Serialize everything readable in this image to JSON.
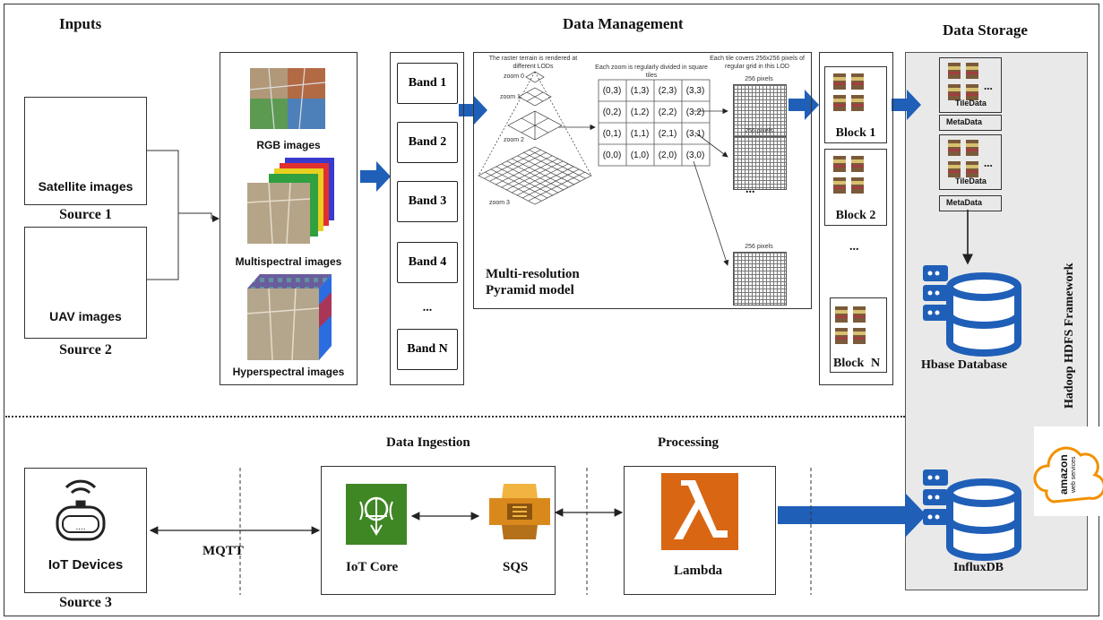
{
  "sections": {
    "inputs": "Inputs",
    "data_management": "Data Management",
    "data_storage": "Data Storage",
    "data_ingestion": "Data Ingestion",
    "processing": "Processing"
  },
  "sources": {
    "satellite_label": "Satellite images",
    "source1": "Source 1",
    "uav_label": "UAV images",
    "source2": "Source 2",
    "iot_label": "IoT Devices",
    "source3": "Source 3"
  },
  "image_types": {
    "rgb": "RGB images",
    "multispectral": "Multispectral images",
    "hyperspectral": "Hyperspectral images"
  },
  "bands": [
    "Band 1",
    "Band 2",
    "Band 3",
    "Band 4",
    "...",
    "Band N"
  ],
  "pyramid": {
    "caption_top_left": "The raster terrain is rendered at different LODs",
    "caption_top_mid": "Each zoom is regularly divided in square tiles",
    "caption_top_right": "Each tile covers 256x256 pixels of regular grid in this LOD",
    "zoom0": "zoom 0",
    "zoom1": "zoom 1",
    "zoom2": "zoom 2",
    "zoom3": "zoom 3",
    "tile_grid": [
      [
        "(0,3)",
        "(1,3)",
        "(2,3)",
        "(3,3)"
      ],
      [
        "(0,2)",
        "(1,2)",
        "(2,2)",
        "(3,2)"
      ],
      [
        "(0,1)",
        "(1,1)",
        "(2,1)",
        "(3,1)"
      ],
      [
        "(0,0)",
        "(1,0)",
        "(2,0)",
        "(3,0)"
      ]
    ],
    "px_label": "256 pixels",
    "dots": "...",
    "title_line1": "Multi-resolution",
    "title_line2": "Pyramid model"
  },
  "blocks": {
    "block1": "Block 1",
    "block2": "Block 2",
    "dots": "...",
    "blockn_a": "Block",
    "blockn_b": "N"
  },
  "storage": {
    "tiledata": "TileData",
    "metadata": "MetaData",
    "dots": "...",
    "hbase": "Hbase Database",
    "hadoop": "Hadoop  HDFS Framework",
    "influx": "InfluxDB",
    "aws_line1": "amazon",
    "aws_line2": "web services"
  },
  "pipeline": {
    "mqtt": "MQTT",
    "iot_core": "IoT Core",
    "sqs": "SQS",
    "lambda": "Lambda"
  },
  "colors": {
    "arrow_blue": "#1f5fb8",
    "db_blue": "#1f5fb8",
    "iot_green": "#3f8624",
    "sqs_orange": "#d9891c",
    "lambda_orange": "#d86613",
    "uav_pink": "#e8637a",
    "aws_orange": "#f29100",
    "storage_gray": "#e9e9e9"
  }
}
